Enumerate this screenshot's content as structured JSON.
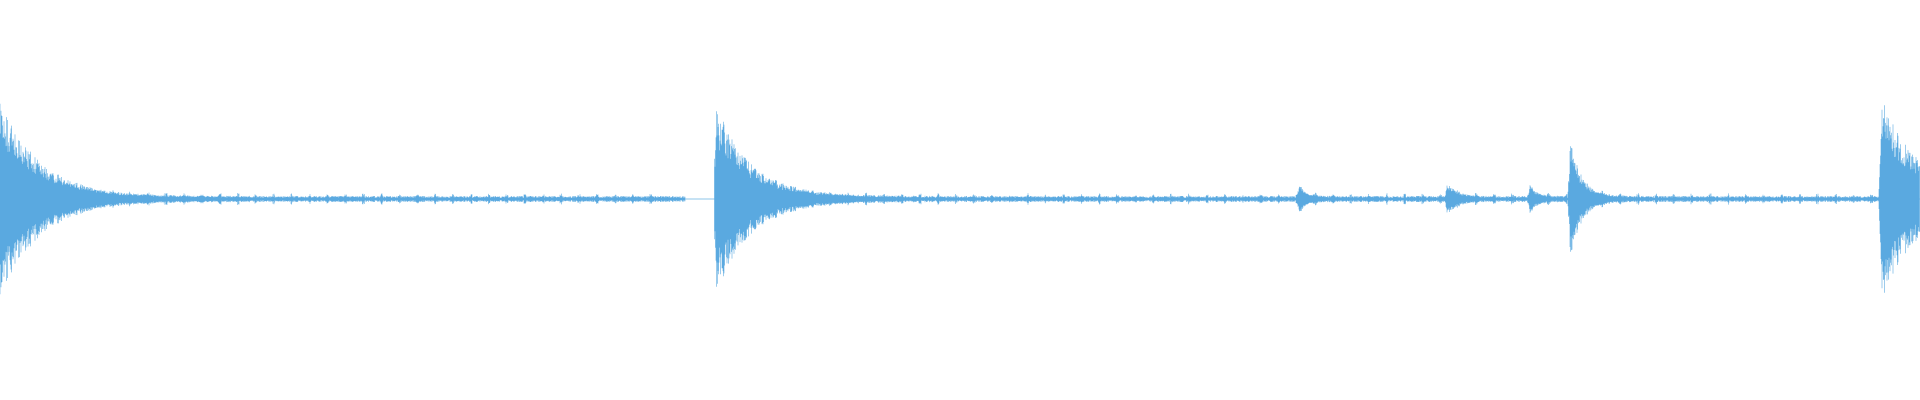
{
  "waveform": {
    "color": "#5aa9e0",
    "baseline_color": "#8cc4ea",
    "onsets": [
      {
        "time": 0.0,
        "amplitude": 1.0,
        "decay": 0.02
      },
      {
        "time": 0.373,
        "amplitude": 0.92,
        "decay": 0.018
      },
      {
        "time": 0.677,
        "amplitude": 0.12,
        "decay": 0.004
      },
      {
        "time": 0.754,
        "amplitude": 0.14,
        "decay": 0.005
      },
      {
        "time": 0.797,
        "amplitude": 0.12,
        "decay": 0.004
      },
      {
        "time": 0.818,
        "amplitude": 0.58,
        "decay": 0.006
      },
      {
        "time": 0.98,
        "amplitude": 1.0,
        "decay": 0.02
      }
    ],
    "silent_gap": {
      "start": 0.357,
      "end": 0.372
    },
    "noise_floor": 0.03
  }
}
